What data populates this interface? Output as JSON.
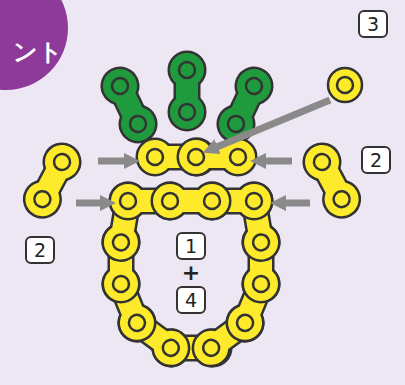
{
  "diagram": {
    "labels": [
      "ント",
      "3",
      "2",
      "2",
      "1",
      "+",
      "4"
    ]
  }
}
